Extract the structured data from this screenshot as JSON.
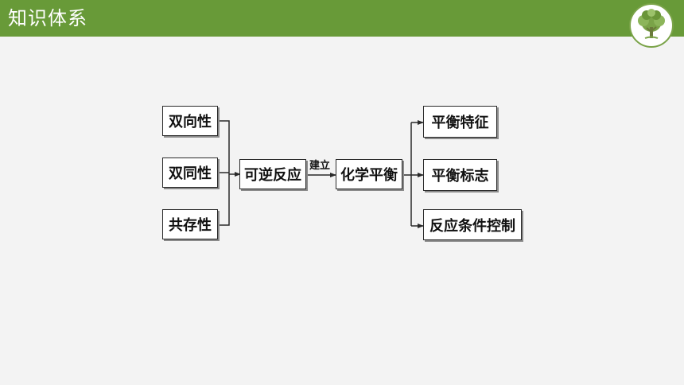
{
  "header": {
    "title": "知识体系"
  },
  "colors": {
    "header_bg": "#689a38",
    "page_bg": "#f3f3f3",
    "logo_tree": "#7aa348"
  },
  "diagram": {
    "nodes": {
      "shuangxiang": "双向性",
      "shuangtong": "双同性",
      "gongcun": "共存性",
      "keni": "可逆反应",
      "huaxue": "化学平衡",
      "tezheng": "平衡特征",
      "biaozhi": "平衡标志",
      "kongzhi": "反应条件控制"
    },
    "edge_label": "建立"
  }
}
